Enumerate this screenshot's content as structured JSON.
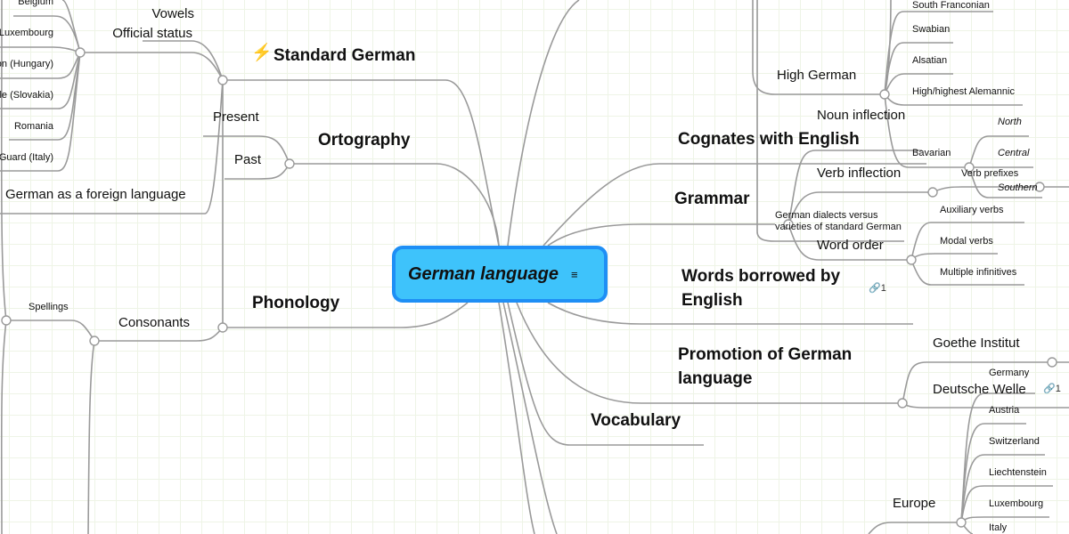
{
  "central": {
    "label": "German language",
    "note_icon": "notes-icon"
  },
  "left": {
    "official_status": {
      "label": "Official status",
      "children": [
        "Belgium",
        "Luxembourg",
        "on (Hungary)",
        "le (Slovakia)",
        "Romania",
        "Guard (Italy)"
      ]
    },
    "vowels": "Vowels",
    "foreign": "German as a foreign language",
    "standard_german": {
      "label": "Standard German",
      "icon": "lightning-icon"
    },
    "ortography": {
      "label": "Ortography",
      "children": [
        "Present",
        "Past"
      ]
    },
    "phonology": {
      "label": "Phonology"
    },
    "consonants": "Consonants",
    "spellings": "Spellings"
  },
  "right": {
    "high_german": {
      "label": "High German",
      "children": [
        "South Franconian",
        "Swabian",
        "Alsatian",
        "High/highest Alemannic",
        "Bavarian"
      ]
    },
    "cognates": "Cognates with English",
    "grammar": {
      "label": "Grammar",
      "children": [
        "Noun inflection",
        "Verb inflection",
        "Word order"
      ]
    },
    "dialects": "German dialects versus varieties of standard German",
    "bavarian_sub": [
      "North",
      "Central",
      "Southern"
    ],
    "verb_prefixes": "Verb prefixes",
    "word_order_sub": [
      "Auxiliary verbs",
      "Modal verbs",
      "Multiple infinitives"
    ],
    "words_borrowed": {
      "line1": "Words borrowed by",
      "line2": "English",
      "links": "1"
    },
    "promotion": {
      "line1": "Promotion of German",
      "line2": "language",
      "children": [
        "Goethe Institut",
        "Deutsche Welle"
      ],
      "links": "1"
    },
    "vocabulary": "Vocabulary",
    "europe": {
      "label": "Europe",
      "children": [
        "Germany",
        "Austria",
        "Switzerland",
        "Liechtenstein",
        "Luxembourg",
        "Italy"
      ]
    }
  },
  "colors": {
    "central_fill": "#3ec3fb",
    "central_border": "#1e8ff5",
    "line": "#9a9a9a",
    "grid": "#eef4e6"
  }
}
